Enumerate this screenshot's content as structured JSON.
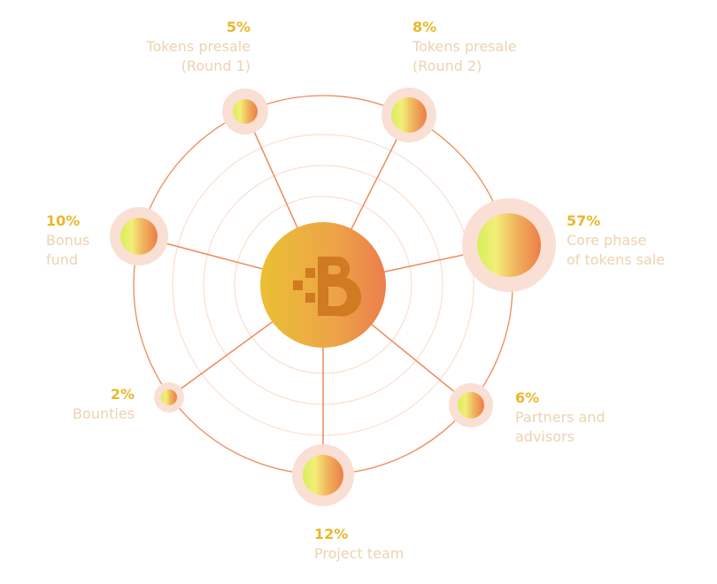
{
  "colors": {
    "spoke": "#ee8a5a",
    "halo": "#fadfd4",
    "percent": "#e8b82a",
    "label": "#ecd3b0",
    "logo": "#d07a22"
  },
  "center": {
    "icon": "b-logo-icon"
  },
  "segments": [
    {
      "percent": "5%",
      "label_lines": [
        "Tokens presale",
        "(Round 1)"
      ],
      "value": 5
    },
    {
      "percent": "8%",
      "label_lines": [
        "Tokens presale",
        "(Round 2)"
      ],
      "value": 8
    },
    {
      "percent": "57%",
      "label_lines": [
        "Core phase",
        "of tokens sale"
      ],
      "value": 57
    },
    {
      "percent": "6%",
      "label_lines": [
        "Partners and",
        "advisors"
      ],
      "value": 6
    },
    {
      "percent": "12%",
      "label_lines": [
        "Project team"
      ],
      "value": 12
    },
    {
      "percent": "2%",
      "label_lines": [
        "Bounties"
      ],
      "value": 2
    },
    {
      "percent": "10%",
      "label_lines": [
        "Bonus",
        "fund"
      ],
      "value": 10
    }
  ]
}
